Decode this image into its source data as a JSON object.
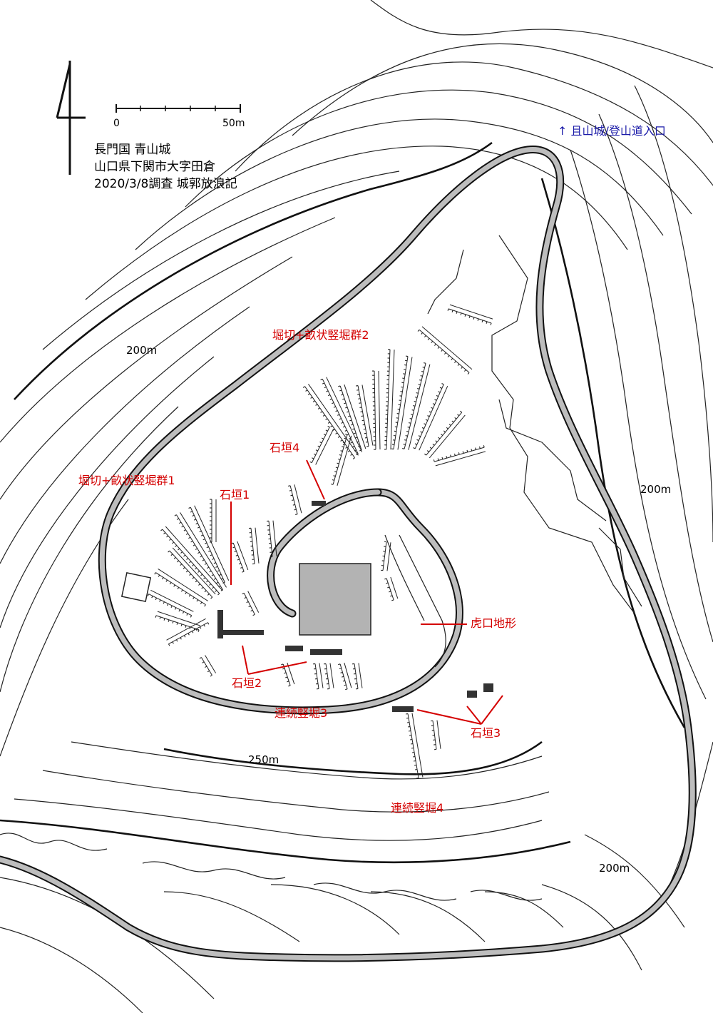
{
  "info": {
    "province_castle": "長門国 青山城",
    "address": "山口県下関市大字田倉",
    "survey": "2020/3/8調査 城郭放浪記"
  },
  "scale": {
    "start_label": "0",
    "end_label": "50m"
  },
  "elevation_labels": {
    "west_200": "200m",
    "east_200": "200m",
    "southeast_200": "200m",
    "south_250": "250m"
  },
  "entrance_label": "↑ 且山城/登山道入口",
  "feature_labels": {
    "horikiri_group1": "堀切+畝状竪堀群1",
    "horikiri_group2": "堀切+畝状竪堀群2",
    "ishigaki1": "石垣1",
    "ishigaki2": "石垣2",
    "ishigaki3": "石垣3",
    "ishigaki4": "石垣4",
    "koguchi": "虎口地形",
    "tatebori3": "連続竪堀3",
    "tatebori4": "連続竪堀4"
  },
  "colors": {
    "annotation": "#d40000",
    "entrance": "#1a1aa8",
    "road_fill": "#bdbdbd",
    "honmaru_fill": "#b3b3b3"
  },
  "icons": {
    "north_arrow": "north-arrow-icon"
  }
}
